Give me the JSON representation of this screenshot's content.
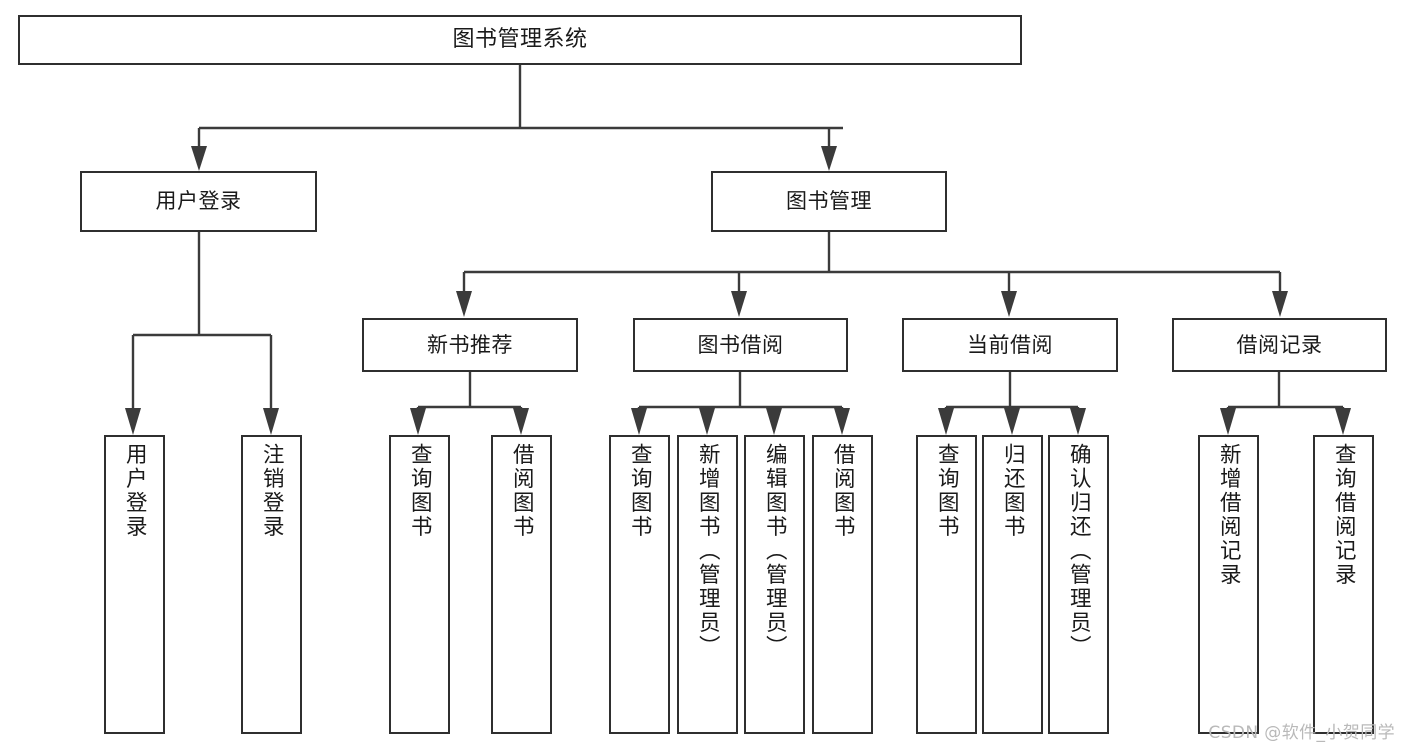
{
  "diagram": {
    "title": "图书管理系统",
    "type": "tree",
    "watermark": "CSDN @软件_小贺同学",
    "colors": {
      "box_border": "#2f2f2f",
      "connector": "#3b3b3b",
      "background": "#ffffff",
      "text": "#1a1a1a",
      "watermark": "#b9b9b9"
    },
    "root": {
      "label": "图书管理系统"
    },
    "level1": [
      {
        "label": "用户登录"
      },
      {
        "label": "图书管理"
      }
    ],
    "level2": [
      {
        "label": "新书推荐"
      },
      {
        "label": "图书借阅"
      },
      {
        "label": "当前借阅"
      },
      {
        "label": "借阅记录"
      }
    ],
    "leaves": {
      "user_login": [
        {
          "label": "用户登录"
        },
        {
          "label": "注销登录"
        }
      ],
      "new_book_recommend": [
        {
          "label": "查询图书"
        },
        {
          "label": "借阅图书"
        }
      ],
      "book_borrow": [
        {
          "label": "查询图书"
        },
        {
          "label": "新增图书（管理员）"
        },
        {
          "label": "编辑图书（管理员）"
        },
        {
          "label": "借阅图书"
        }
      ],
      "current_borrow": [
        {
          "label": "查询图书"
        },
        {
          "label": "归还图书"
        },
        {
          "label": "确认归还（管理员）"
        }
      ],
      "borrow_record": [
        {
          "label": "新增借阅记录"
        },
        {
          "label": "查询借阅记录"
        }
      ]
    }
  }
}
